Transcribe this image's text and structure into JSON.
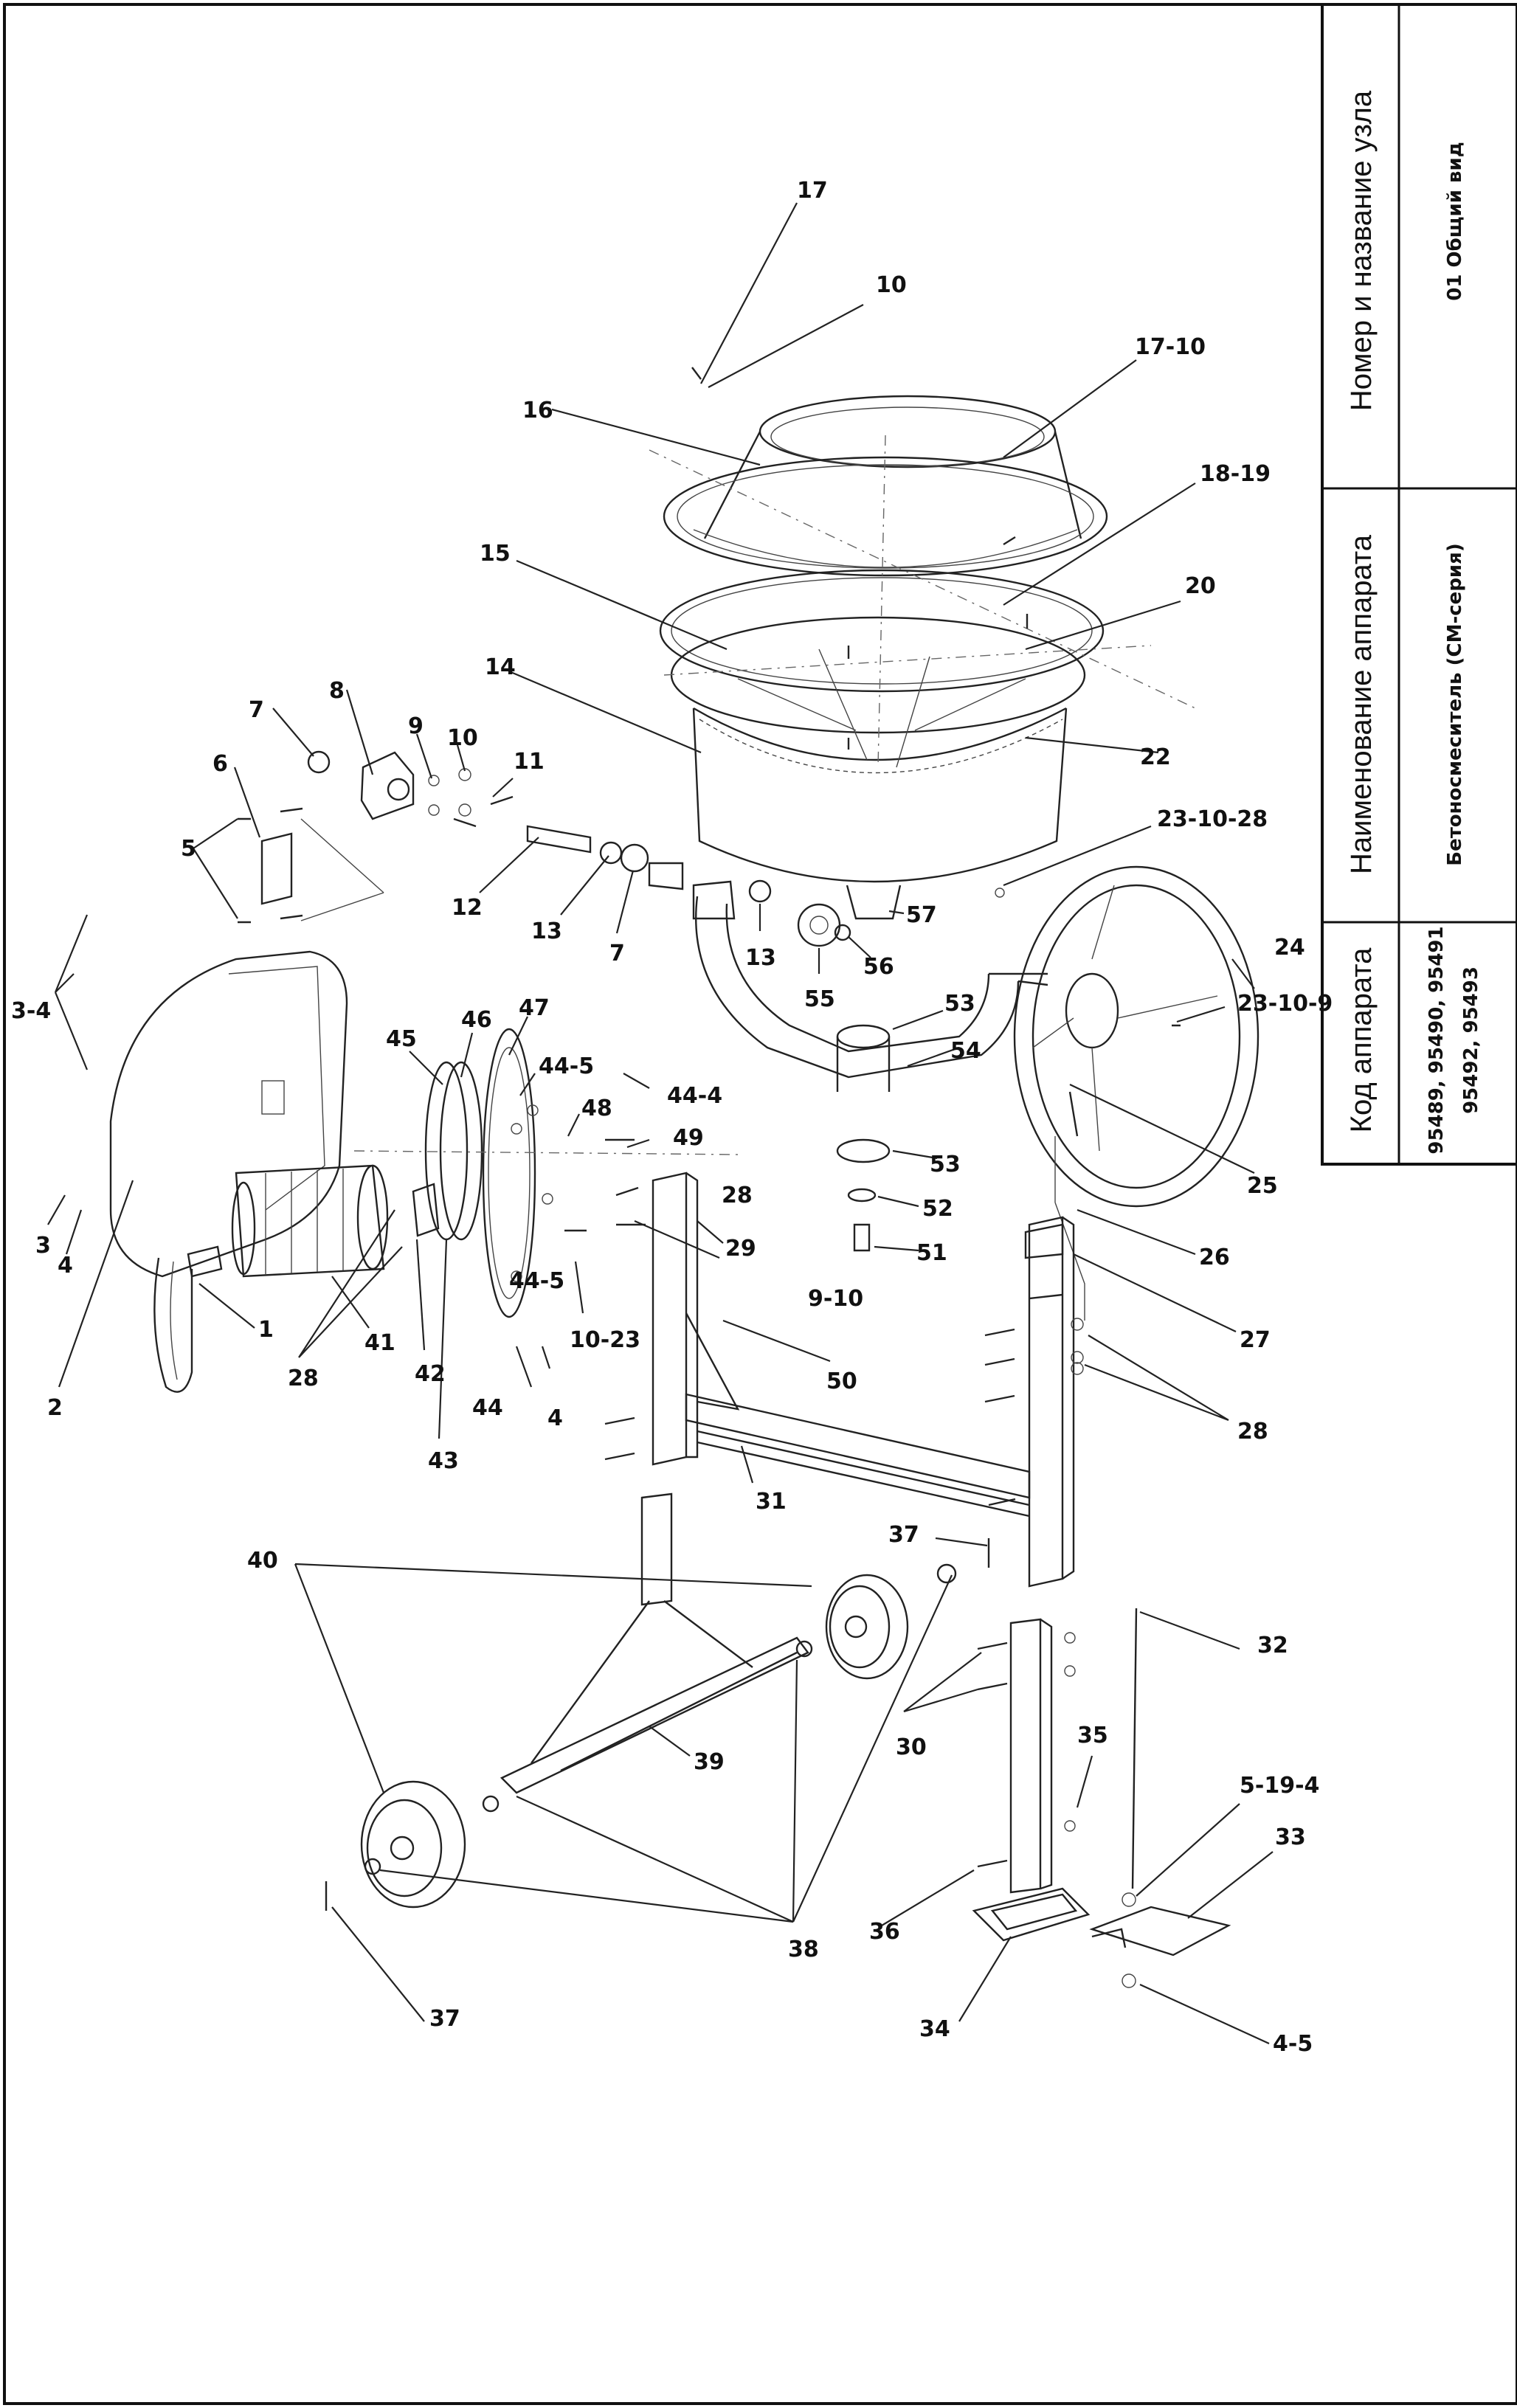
{
  "title_block": {
    "node_heading": "Номер и название узла",
    "node_value": "01 Общий вид",
    "device_heading": "Наименование аппарата",
    "device_value": "Бетоносмеситель (СМ-серия)",
    "code_heading": "Код аппарата",
    "code_value_line1": "95489, 95490, 95491",
    "code_value_line2": "95492, 95493"
  },
  "callouts": {
    "c17": "17",
    "c10a": "10",
    "c17_10": "17-10",
    "c16": "16",
    "c18_19": "18-19",
    "c15": "15",
    "c20": "20",
    "c14": "14",
    "c22": "22",
    "c23_10_28": "23-10-28",
    "c24": "24",
    "c23_10_9": "23-10-9",
    "c25": "25",
    "c26": "26",
    "c27": "27",
    "c28a": "28",
    "c28b": "28",
    "c28c": "28",
    "c7a": "7",
    "c8": "8",
    "c9": "9",
    "c10b": "10",
    "c11": "11",
    "c6": "6",
    "c5": "5",
    "c12": "12",
    "c13a": "13",
    "c7b": "7",
    "c13b": "13",
    "c56": "56",
    "c55": "55",
    "c57": "57",
    "c53a": "53",
    "c54": "54",
    "c53b": "53",
    "c52": "52",
    "c51": "51",
    "c3_4": "3-4",
    "c3": "3",
    "c4a": "4",
    "c2": "2",
    "c1": "1",
    "c41": "41",
    "c42": "42",
    "c43": "43",
    "c45": "45",
    "c46": "46",
    "c47": "47",
    "c44_5a": "44-5",
    "c44_4": "44-4",
    "c48": "48",
    "c49": "49",
    "c29": "29",
    "c44_5b": "44-5",
    "c10_23": "10-23",
    "c44": "44",
    "c4b": "4",
    "c9_10": "9-10",
    "c50": "50",
    "c31": "31",
    "c37a": "37",
    "c40": "40",
    "c39": "39",
    "c30": "30",
    "c38": "38",
    "c37b": "37",
    "c32": "32",
    "c35": "35",
    "c5_19_4": "5-19-4",
    "c33": "33",
    "c36": "36",
    "c34": "34",
    "c4_5": "4-5"
  }
}
